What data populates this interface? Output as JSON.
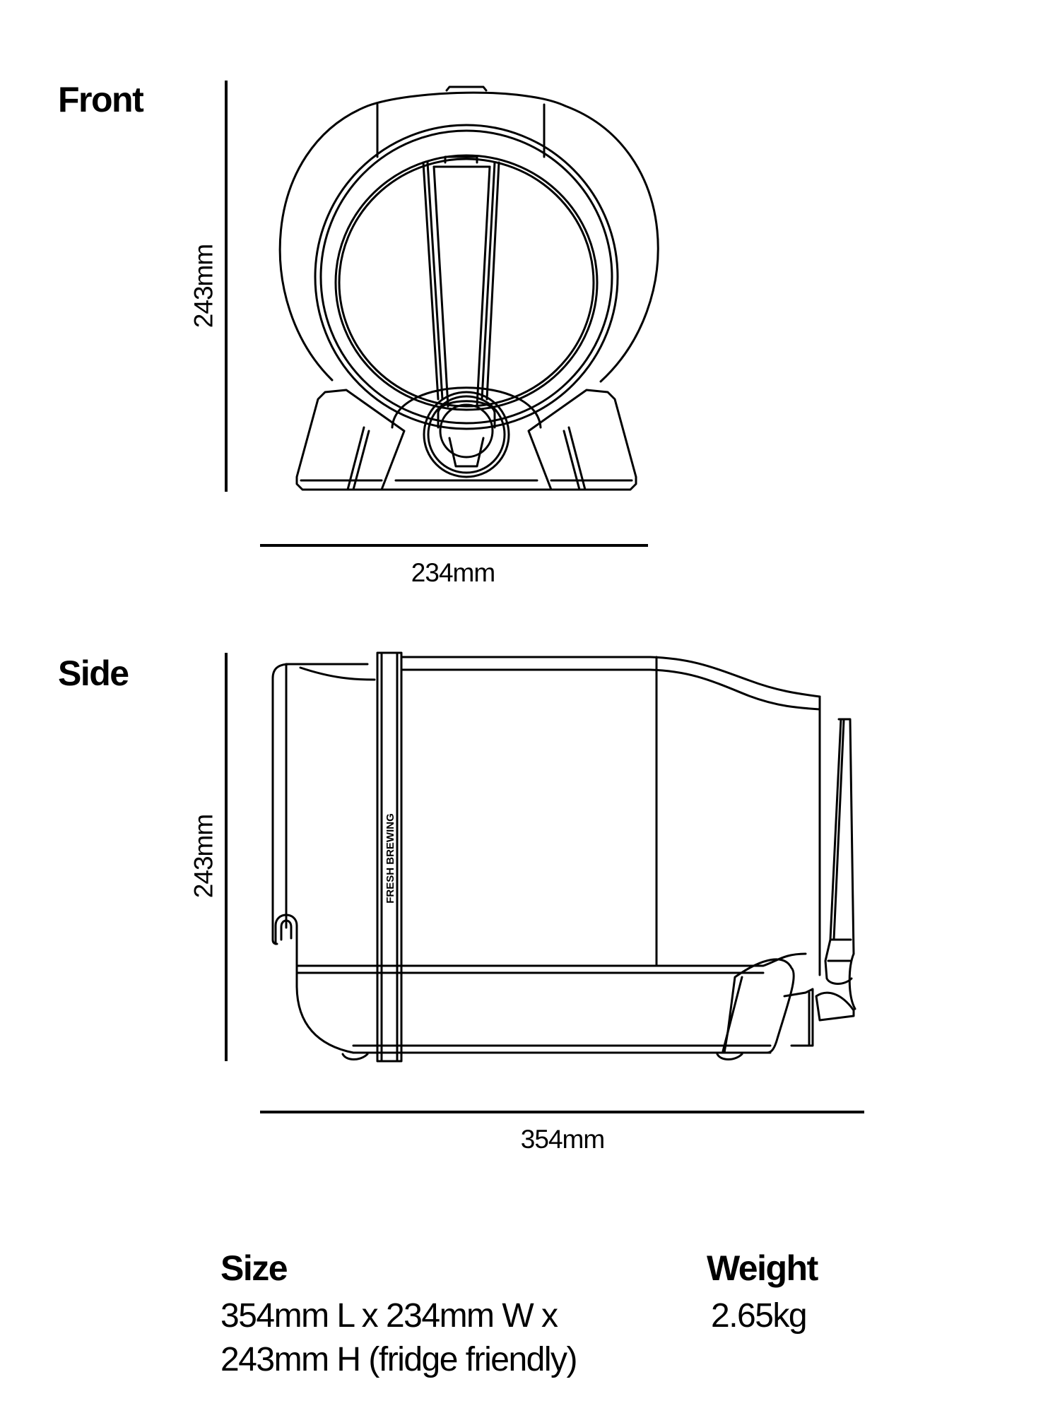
{
  "front": {
    "label": "Front",
    "height_dim": "243mm",
    "width_dim": "234mm"
  },
  "side": {
    "label": "Side",
    "height_dim": "243mm",
    "length_dim": "354mm",
    "strap_text": "FRESH BREWING"
  },
  "specs": {
    "size": {
      "heading": "Size",
      "line1": "354mm L x 234mm W x",
      "line2": "243mm H (fridge friendly)"
    },
    "weight": {
      "heading": "Weight",
      "value": "2.65kg"
    }
  }
}
